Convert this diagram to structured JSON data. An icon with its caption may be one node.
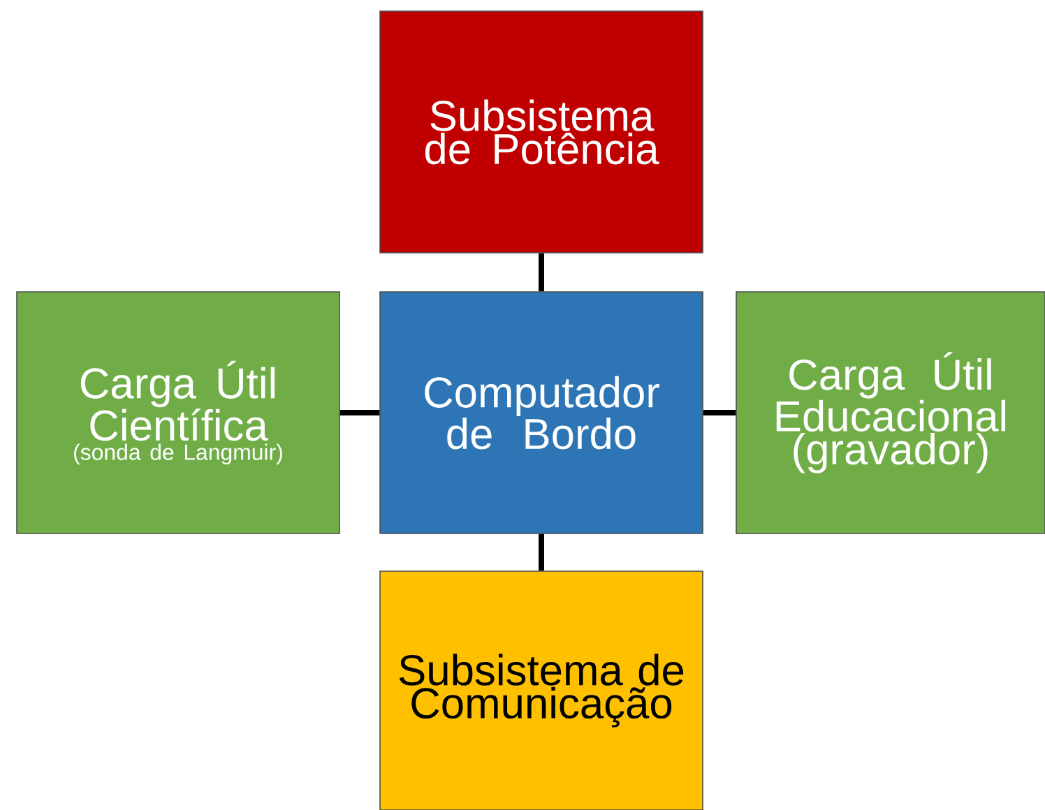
{
  "diagram": {
    "nodes": [
      {
        "text": [
          "Subsistema de Potência"
        ]
      },
      {
        "text": [
          "Carga Útil Científica",
          "(sonda de Langmuir)"
        ]
      },
      {
        "text": [
          "Computador de Bordo"
        ]
      },
      {
        "text": [
          "Carga Útil Educacional (gravador)"
        ]
      },
      {
        "text": [
          "Subsistema de Comunicação"
        ]
      }
    ],
    "edges": [
      {
        "from": 2,
        "to": 0,
        "arrow": "none"
      },
      {
        "from": 1,
        "to": 2,
        "arrow": "none"
      },
      {
        "from": 2,
        "to": 3,
        "arrow": "none"
      },
      {
        "from": 2,
        "to": 4,
        "arrow": "none"
      }
    ]
  }
}
